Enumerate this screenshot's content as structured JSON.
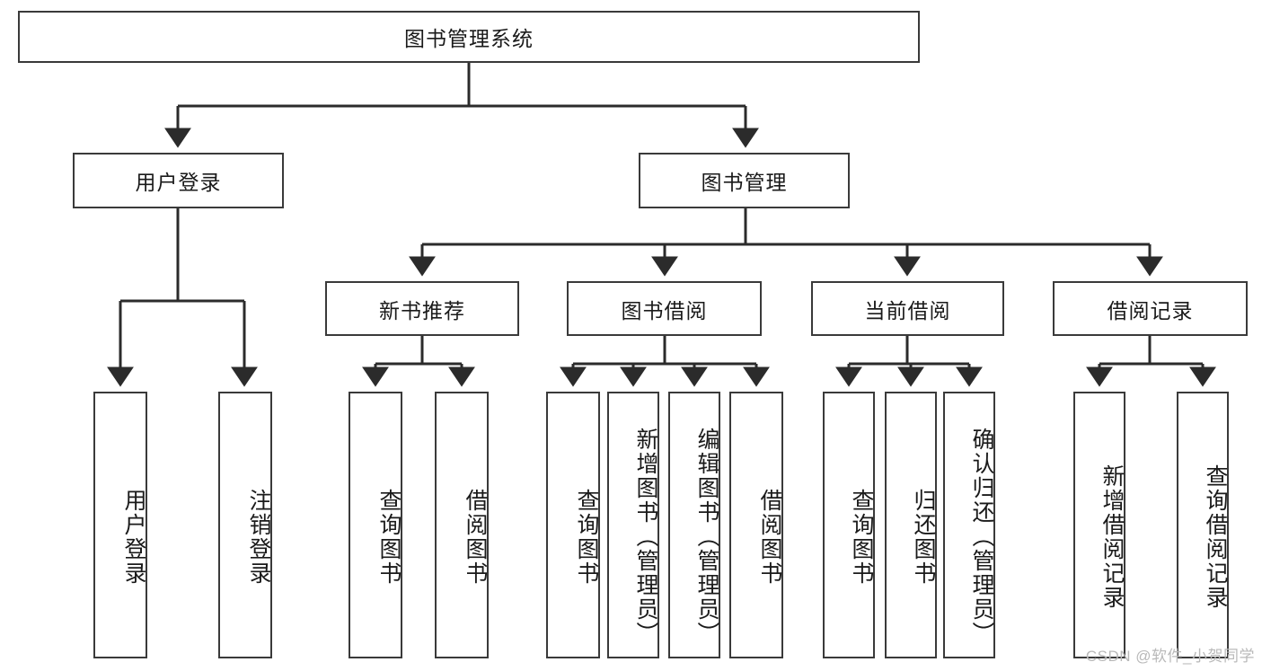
{
  "diagram": {
    "title": "图书管理系统",
    "type": "tree",
    "orientation": "top-down",
    "colors": {
      "box_border": "#3a3a3a",
      "box_fill": "#ffffff",
      "connector": "#2b2b2b",
      "text": "#1a1a1a",
      "watermark": "#b9b9b9",
      "background": "#ffffff"
    },
    "root": {
      "label": "图书管理系统"
    },
    "level2": [
      {
        "label": "用户登录"
      },
      {
        "label": "图书管理"
      }
    ],
    "level3": [
      {
        "label": "新书推荐"
      },
      {
        "label": "图书借阅"
      },
      {
        "label": "当前借阅"
      },
      {
        "label": "借阅记录"
      }
    ],
    "leaves": {
      "user_login": [
        {
          "label": "用户登录"
        },
        {
          "label": "注销登录"
        }
      ],
      "new_book_recommend": [
        {
          "label": "查询图书"
        },
        {
          "label": "借阅图书"
        }
      ],
      "book_borrow": [
        {
          "label": "查询图书"
        },
        {
          "label": "新增图书（管理员）"
        },
        {
          "label": "编辑图书（管理员）"
        },
        {
          "label": "借阅图书"
        }
      ],
      "current_borrow": [
        {
          "label": "查询图书"
        },
        {
          "label": "归还图书"
        },
        {
          "label": "确认归还（管理员）"
        }
      ],
      "borrow_record": [
        {
          "label": "新增借阅记录"
        },
        {
          "label": "查询借阅记录"
        }
      ]
    }
  },
  "watermark": {
    "text": "CSDN @软件_小贺同学"
  }
}
